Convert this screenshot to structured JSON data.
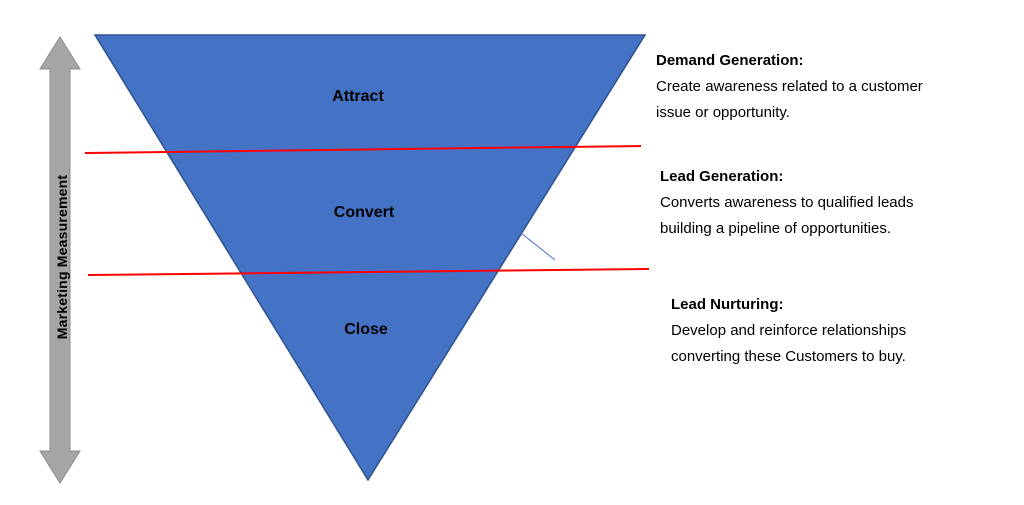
{
  "diagram": {
    "measurement_label": "Marketing Measurement",
    "funnel": {
      "stages": [
        {
          "label": "Attract"
        },
        {
          "label": "Convert"
        },
        {
          "label": "Close"
        }
      ]
    },
    "annotations": [
      {
        "heading": "Demand Generation:",
        "body": "Create awareness related to a customer issue or opportunity."
      },
      {
        "heading": "Lead Generation:",
        "body": "Converts awareness to qualified leads building a pipeline of opportunities."
      },
      {
        "heading": "Lead Nurturing:",
        "body": "Develop and reinforce relationships converting these Customers to buy."
      }
    ],
    "colors": {
      "funnel_fill": "#4472C4",
      "funnel_border": "#2F528F",
      "divider": "#FF0000",
      "arrow_fill": "#A6A6A6",
      "arrow_border": "#8C8C8C",
      "connector": "#4472C4"
    }
  }
}
